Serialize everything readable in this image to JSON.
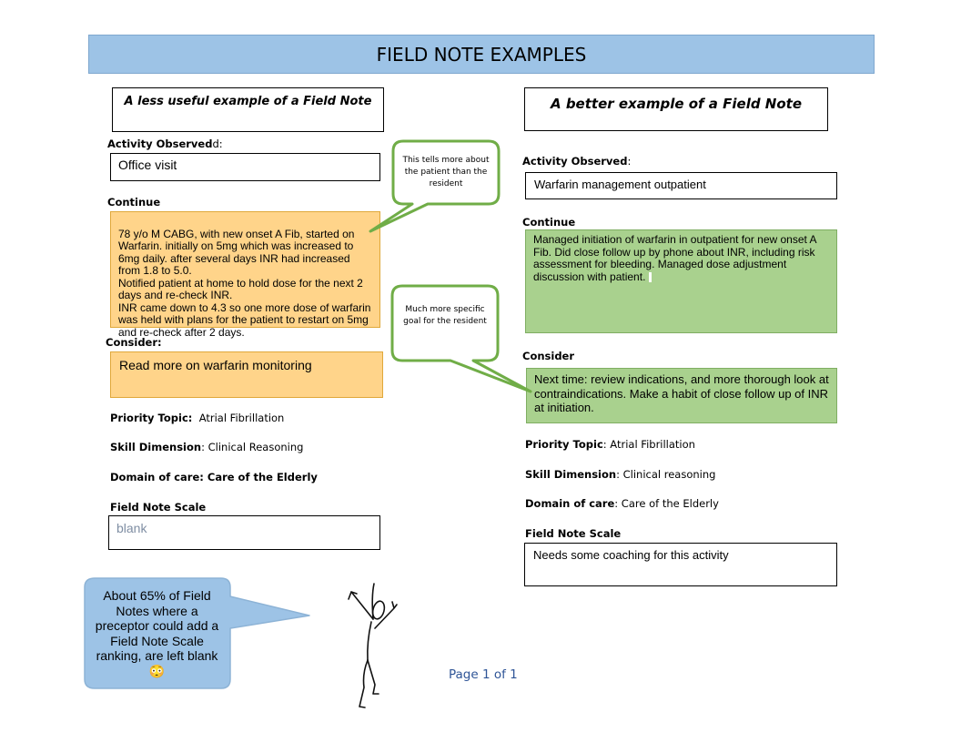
{
  "title": "FIELD NOTE EXAMPLES",
  "left": {
    "heading": "A less useful example of a Field Note",
    "activity_label": "Activity Observed",
    "activity_colon": "d:",
    "activity_value": "Office visit",
    "continue_label": "Continue",
    "continue_text": "78 y/o M CABG, with new onset A Fib, started on Warfarin. initially on 5mg which was increased to 6mg daily. after several days INR had increased from 1.8 to 5.0.\nNotified patient at home to hold dose for the next 2 days and re-check INR.\nINR came down to 4.3 so one more dose of warfarin was held with plans for the patient to restart on 5mg and re-check after 2 days.",
    "consider_label": "Consider:",
    "consider_text": "Read more on warfarin monitoring",
    "priority_label": "Priority Topic:",
    "priority_value": "Atrial Fibrillation",
    "skill_label": "Skill Dimension",
    "skill_value": ": Clinical Reasoning",
    "domain_label": "Domain of care: Care of the Elderly",
    "scale_label": "Field Note Scale",
    "scale_value": "blank"
  },
  "right": {
    "heading": "A better example of a Field Note",
    "activity_label": "Activity Observed",
    "activity_value": "Warfarin management outpatient",
    "continue_label": "Continue",
    "continue_text": "Managed initiation of warfarin in outpatient for new onset A Fib.  Did close follow up by phone about INR, including risk assessment for bleeding.  Managed dose adjustment discussion with patient.",
    "consider_label": "Consider",
    "consider_text": "Next time: review indications, and more thorough look at contraindications.  Make a habit of close follow up of INR at initiation.",
    "priority_label": "Priority Topic",
    "priority_value": ": Atrial Fibrillation",
    "skill_label": "Skill Dimension",
    "skill_value": ": Clinical reasoning",
    "domain_label": "Domain of care",
    "domain_value": ":  Care of the Elderly",
    "scale_label": "Field Note Scale",
    "scale_value": "Needs some coaching for this activity"
  },
  "callouts": {
    "patient_note": "This tells more about the patient than the resident",
    "specific_goal": "Much more specific goal for the resident",
    "blank_stat": "About 65% of Field Notes where a preceptor could add a Field Note Scale ranking, are left blank 😳"
  },
  "page_number": "Page 1 of 1",
  "colors": {
    "banner": "#9dc3e6",
    "orange_box": "#ffd48a",
    "green_box": "#a9d18e",
    "callout_border": "#70ad47",
    "blue_callout": "#9dc3e6",
    "page_number": "#2f5597"
  }
}
